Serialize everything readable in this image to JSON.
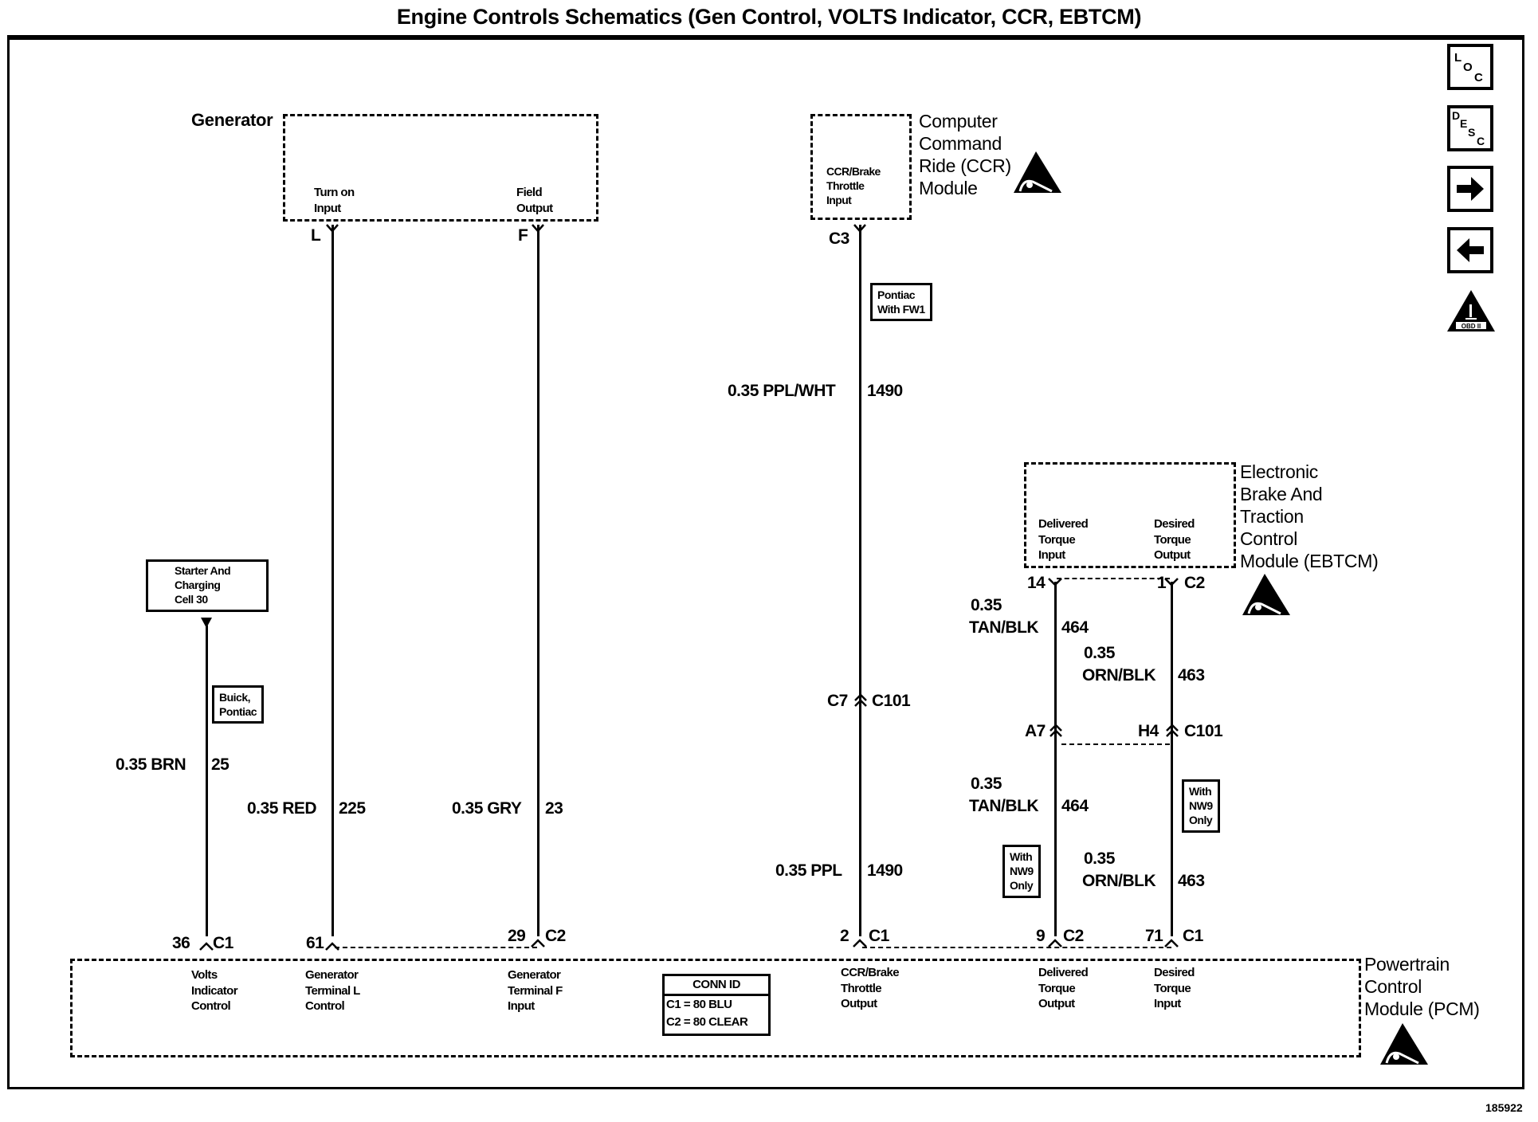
{
  "title": "Engine Controls Schematics (Gen Control, VOLTS Indicator, CCR, EBTCM)",
  "figure_id": "185922",
  "nav": {
    "loc_label": "LOC",
    "desc_label": "DESC",
    "next_icon": "right-arrow-icon",
    "prev_icon": "left-arrow-icon",
    "warning_label": "OBD II"
  },
  "components": {
    "generator": {
      "name": "Generator",
      "terminals": [
        {
          "label": "Turn on\nInput",
          "pin": "L"
        },
        {
          "label": "Field\nOutput",
          "pin": "F"
        }
      ]
    },
    "ccr": {
      "name": "Computer\nCommand\nRide (CCR)\nModule",
      "terminal_label": "CCR/Brake\nThrottle\nInput",
      "pin": "C3"
    },
    "ebtcm": {
      "name": "Electronic\nBrake And\nTraction\nControl\nModule (EBTCM)",
      "terminals": [
        {
          "label": "Delivered\nTorque\nInput",
          "pin": "14"
        },
        {
          "label": "Desired\nTorque\nOutput",
          "pin": "1"
        }
      ],
      "connector": "C2"
    },
    "pcm": {
      "name": "Powertrain\nControl\nModule (PCM)",
      "terminals": [
        {
          "label": "Volts\nIndicator\nControl",
          "pin": "36",
          "connector": "C1"
        },
        {
          "label": "Generator\nTerminal L\nControl",
          "pin": "61",
          "connector": ""
        },
        {
          "label": "Generator\nTerminal F\nInput",
          "pin": "29",
          "connector": "C2"
        },
        {
          "label": "CCR/Brake\nThrottle\nOutput",
          "pin": "2",
          "connector": "C1"
        },
        {
          "label": "Delivered\nTorque\nOutput",
          "pin": "9",
          "connector": "C2"
        },
        {
          "label": "Desired\nTorque\nInput",
          "pin": "71",
          "connector": "C1"
        }
      ],
      "conn_id": {
        "header": "CONN ID",
        "lines": [
          "C1 = 80 BLU",
          "C2 = 80 CLEAR"
        ]
      }
    },
    "starter_ref": "Starter And\nCharging\nCell 30"
  },
  "notes": {
    "buick_pontiac": "Buick,\nPontiac",
    "pontiac_fw1": "Pontiac\nWith FW1",
    "nw9_a": "With\nNW9\nOnly",
    "nw9_b": "With\nNW9\nOnly"
  },
  "wires": {
    "brn": {
      "gauge_color": "0.35 BRN",
      "circuit": "25"
    },
    "red": {
      "gauge_color": "0.35 RED",
      "circuit": "225"
    },
    "gry": {
      "gauge_color": "0.35 GRY",
      "circuit": "23"
    },
    "ppl_wht": {
      "gauge_color": "0.35 PPL/WHT",
      "circuit": "1490"
    },
    "ppl": {
      "gauge_color": "0.35 PPL",
      "circuit": "1490"
    },
    "tan_blk_upper": {
      "gauge": "0.35",
      "color": "TAN/BLK",
      "circuit": "464"
    },
    "orn_blk_upper": {
      "gauge": "0.35",
      "color": "ORN/BLK",
      "circuit": "463"
    },
    "tan_blk_lower": {
      "gauge": "0.35",
      "color": "TAN/BLK",
      "circuit": "464"
    },
    "orn_blk_lower": {
      "gauge": "0.35",
      "color": "ORN/BLK",
      "circuit": "463"
    }
  },
  "inline_connectors": {
    "ccr_c101": {
      "pin": "C7",
      "name": "C101"
    },
    "tan_c101": {
      "pin": "A7"
    },
    "orn_c101": {
      "pin": "H4",
      "name": "C101"
    }
  }
}
